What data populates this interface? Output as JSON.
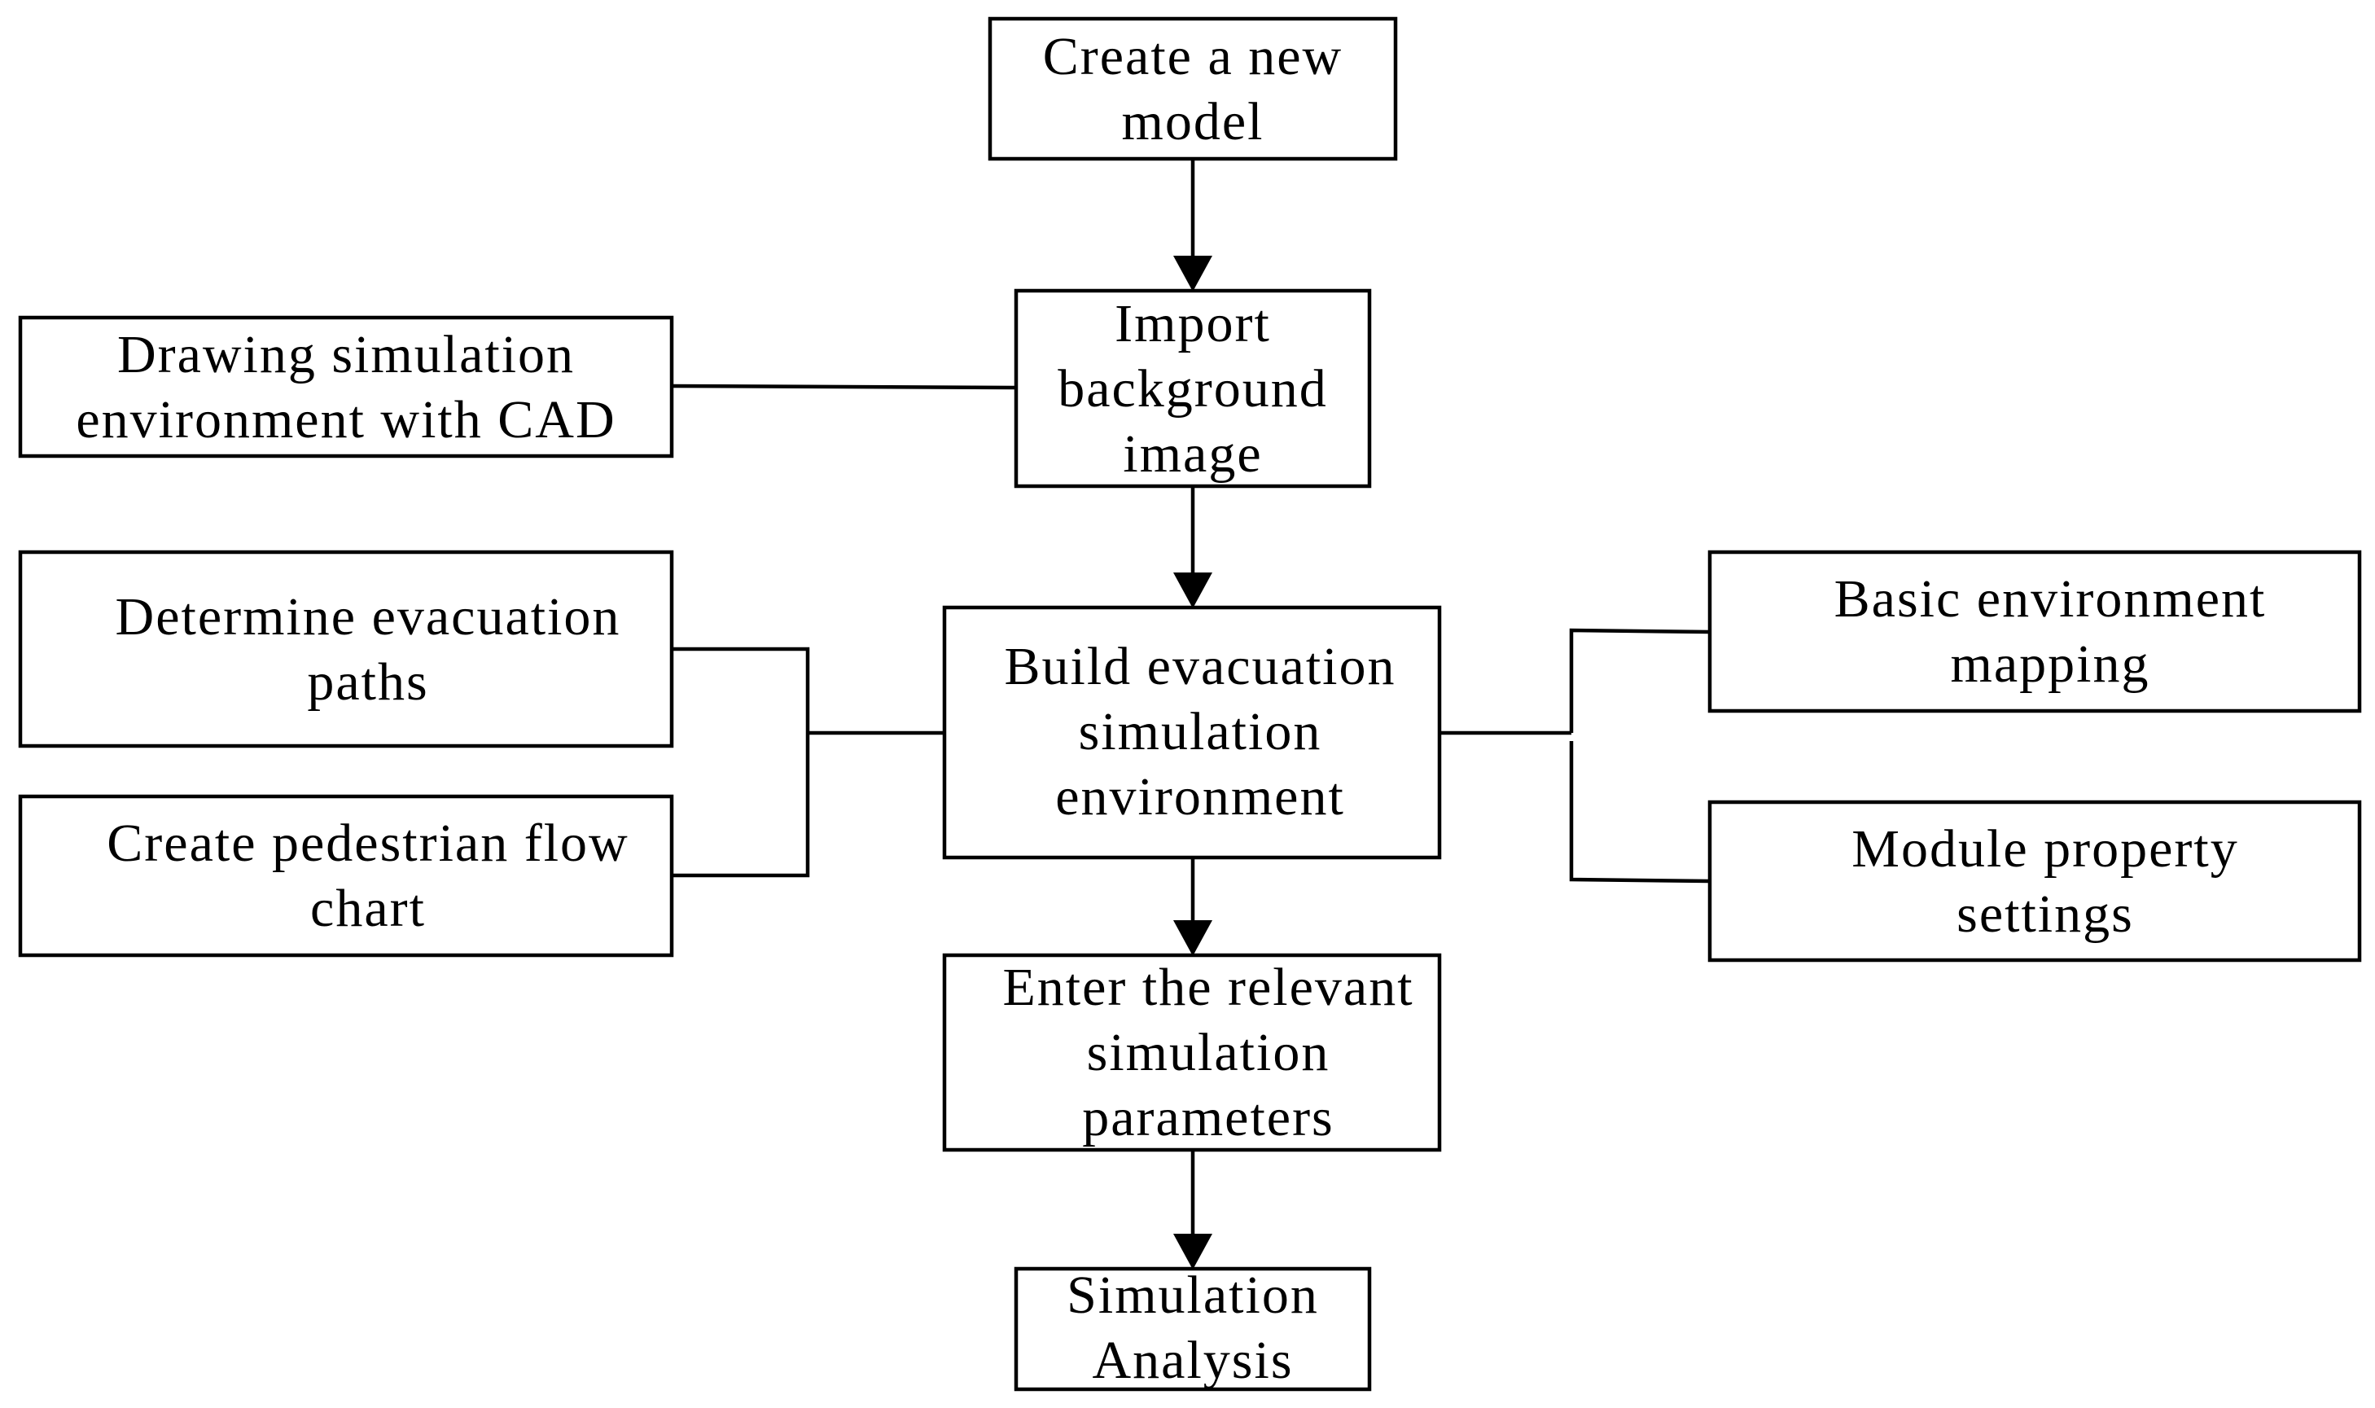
{
  "nodes": {
    "create_model": [
      "Create a new",
      "model"
    ],
    "import_background": [
      "Import",
      "background",
      "image"
    ],
    "drawing_cad": [
      "Drawing simulation",
      "environment with CAD"
    ],
    "build_environment": [
      "Build evacuation",
      "simulation",
      "environment"
    ],
    "determine_paths": [
      "Determine evacuation",
      "paths"
    ],
    "pedestrian_flow": [
      "Create pedestrian flow",
      "chart"
    ],
    "basic_mapping": [
      "Basic environment",
      "mapping"
    ],
    "module_settings": [
      "Module property",
      "settings"
    ],
    "enter_parameters": [
      "Enter the relevant",
      "simulation",
      "parameters"
    ],
    "simulation_analysis": [
      "Simulation",
      "Analysis"
    ]
  }
}
